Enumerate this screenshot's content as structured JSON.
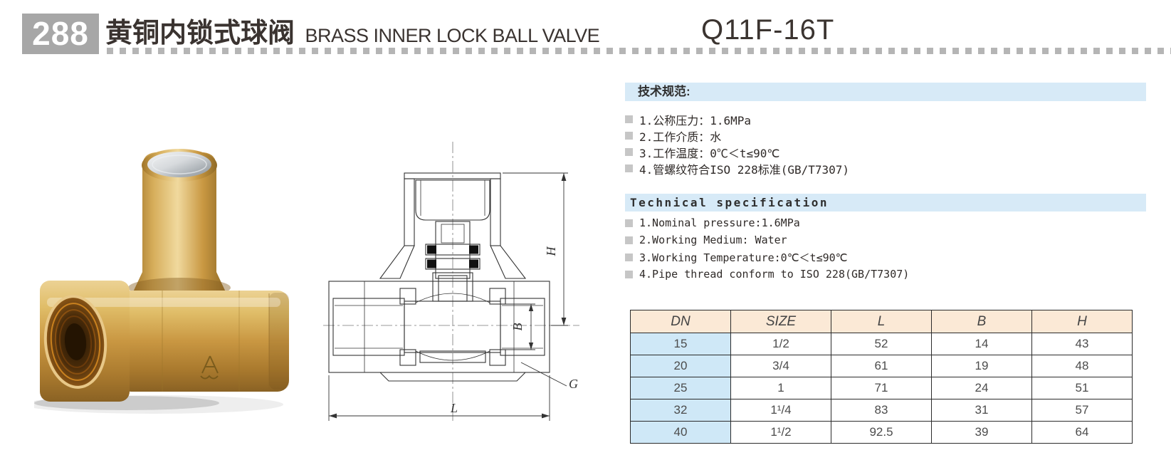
{
  "header": {
    "badge": "288",
    "title_zh": "黄铜内锁式球阀",
    "title_en": "BRASS INNER LOCK BALL VALVE",
    "model": "Q11F-16T"
  },
  "specs_zh": {
    "title": "技术规范:",
    "items": [
      "1.公称压力：1.6MPa",
      "2.工作介质：水",
      "3.工作温度：0℃＜t≤90℃",
      "4.管螺纹符合ISO 228标准(GB/T7307)"
    ]
  },
  "specs_en": {
    "title": "Technical specification",
    "items": [
      "1.Nominal pressure:1.6MPa",
      "2.Working Medium: Water",
      "3.Working Temperature:0℃＜t≤90℃",
      "4.Pipe thread conform to ISO 228(GB/T7307)"
    ]
  },
  "table": {
    "headers": [
      "DN",
      "SIZE",
      "L",
      "B",
      "H"
    ],
    "rows": [
      {
        "dn": "15",
        "size": "1/2",
        "l": "52",
        "b": "14",
        "h": "43"
      },
      {
        "dn": "20",
        "size": "3/4",
        "l": "61",
        "b": "19",
        "h": "48"
      },
      {
        "dn": "25",
        "size": "1",
        "l": "71",
        "b": "24",
        "h": "51"
      },
      {
        "dn": "32",
        "size": "1¹/4",
        "l": "83",
        "b": "31",
        "h": "57"
      },
      {
        "dn": "40",
        "size": "1¹/2",
        "l": "92.5",
        "b": "39",
        "h": "64"
      }
    ]
  },
  "drawing": {
    "labels": {
      "h": "H",
      "b": "B",
      "g": "G",
      "l": "L"
    }
  },
  "colors": {
    "accent_blue": "#d7eaf7",
    "table_header_bg": "#fbe9d6",
    "dn_column_bg": "#cfe8f7",
    "badge_bg": "#a7a7a7",
    "text_dark": "#3a3330",
    "bullet_gray": "#c6c6c6",
    "brass": "#c69440"
  }
}
